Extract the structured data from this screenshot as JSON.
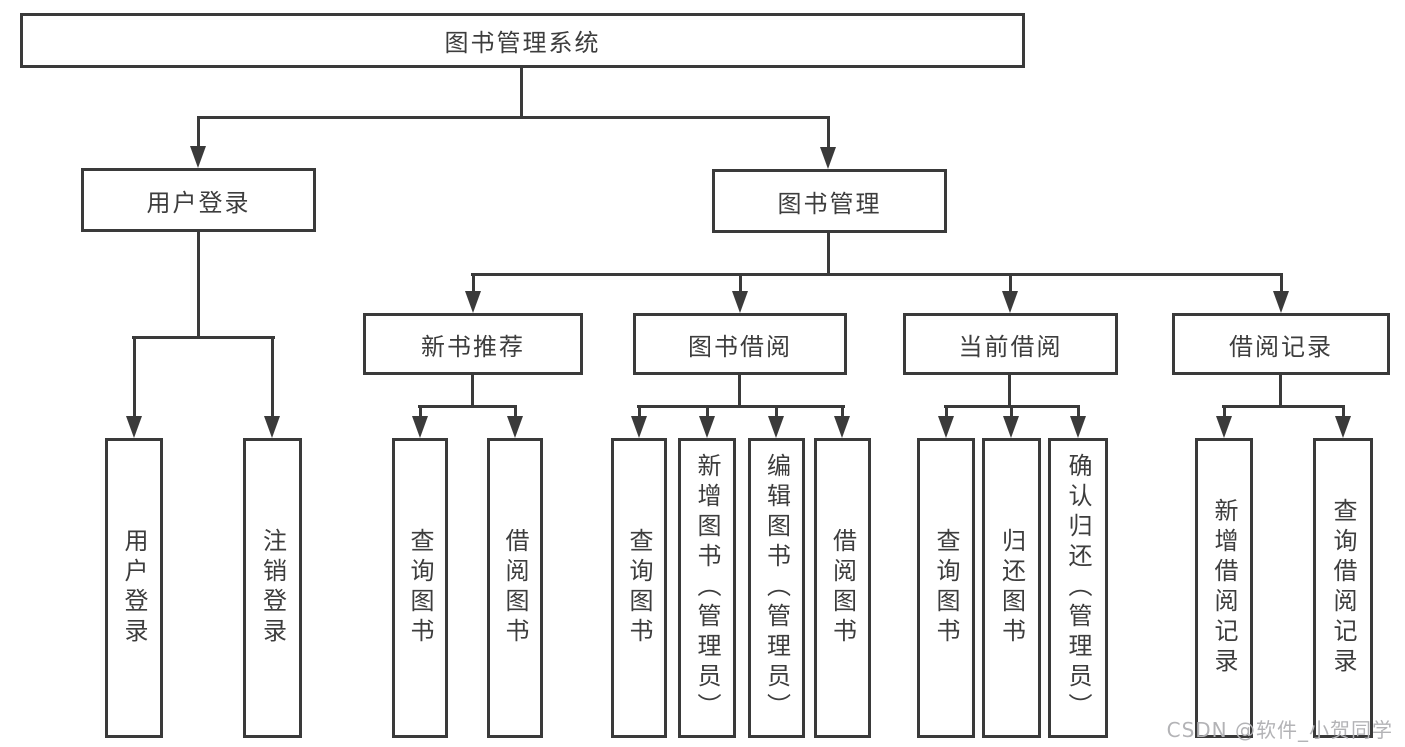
{
  "diagram": {
    "watermark": "CSDN @软件_小贺同学",
    "colors": {
      "line": "#3a3a3a",
      "text": "#3d3d3d",
      "background": "#ffffff",
      "watermark": "#b3b3b6"
    },
    "tree": {
      "label": "图书管理系统",
      "children": [
        {
          "label": "用户登录",
          "children": [
            {
              "label": "用户登录"
            },
            {
              "label": "注销登录"
            }
          ]
        },
        {
          "label": "图书管理",
          "children": [
            {
              "label": "新书推荐",
              "children": [
                {
                  "label": "查询图书"
                },
                {
                  "label": "借阅图书"
                }
              ]
            },
            {
              "label": "图书借阅",
              "children": [
                {
                  "label": "查询图书"
                },
                {
                  "label": "新增图书（管理员）"
                },
                {
                  "label": "编辑图书（管理员）"
                },
                {
                  "label": "借阅图书"
                }
              ]
            },
            {
              "label": "当前借阅",
              "children": [
                {
                  "label": "查询图书"
                },
                {
                  "label": "归还图书"
                },
                {
                  "label": "确认归还（管理员）"
                }
              ]
            },
            {
              "label": "借阅记录",
              "children": [
                {
                  "label": "新增借阅记录"
                },
                {
                  "label": "查询借阅记录"
                }
              ]
            }
          ]
        }
      ]
    }
  }
}
